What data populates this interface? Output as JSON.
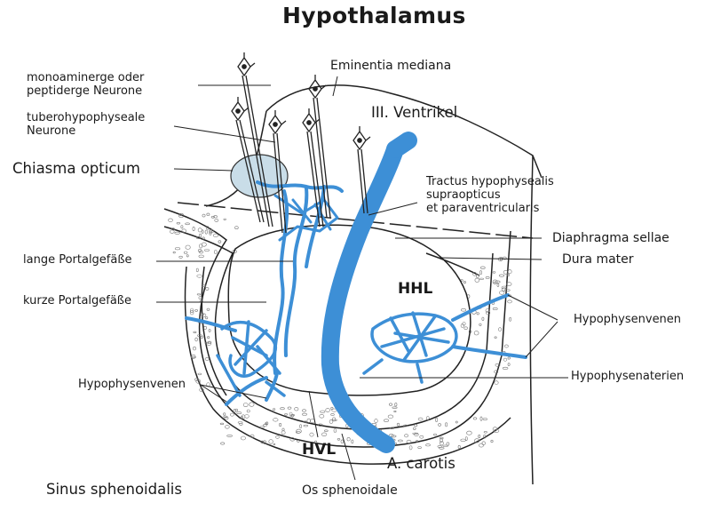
{
  "title": "Hypothalamus",
  "labels": {
    "monoaminerge": "monoaminerge oder\npeptiderge Neurone",
    "eminentia": "Eminentia mediana",
    "tuberohypophyseale": "tuberohypophyseale\nNeurone",
    "ventrikel": "III. Ventrikel",
    "chiasma": "Chiasma opticum",
    "tractus": "Tractus hypophysealis\nsupraopticus\net paraventricularis",
    "diaphragma": "Diaphragma sellae",
    "dura": "Dura mater",
    "lange": "lange Portalgefäße",
    "kurze": "kurze Portalgefäße",
    "hhl": "HHL",
    "hypophysenvenen_right": "Hypophysenvenen",
    "hypophysenarterien": "Hypophysenaterien",
    "hypophysenvenen_left": "Hypophysenvenen",
    "hvl": "HVL",
    "carotis": "A. carotis",
    "sinus": "Sinus sphenoidalis",
    "os": "Os sphenoidale"
  },
  "colors": {
    "vessel": "#3d8fd6",
    "outline": "#222222",
    "chiasma_fill": "#c9dde8",
    "bone_fill": "#e9e9e9"
  }
}
